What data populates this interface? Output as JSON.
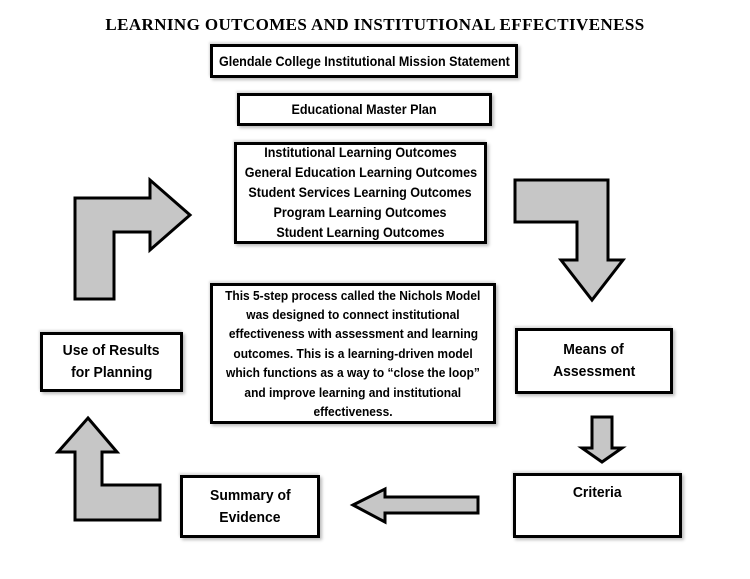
{
  "title": "LEARNING OUTCOMES AND INSTITUTIONAL EFFECTIVENESS",
  "boxes": {
    "mission": {
      "label": "Glendale College Institutional Mission Statement"
    },
    "master_plan": {
      "label": "Educational Master Plan"
    },
    "outcomes": {
      "lines": [
        "Institutional Learning Outcomes",
        "General Education Learning Outcomes",
        "Student Services Learning Outcomes",
        "Program Learning Outcomes",
        "Student Learning Outcomes"
      ]
    },
    "nichols": {
      "lines": [
        "This 5-step process called the Nichols Model",
        "was designed to connect institutional",
        "effectiveness with assessment and learning",
        "outcomes. This is a learning-driven model",
        "which functions as a way to “close the loop”",
        "and improve  learning and institutional",
        "effectiveness."
      ]
    },
    "use_of_results": {
      "lines": [
        "Use of Results",
        "for Planning"
      ]
    },
    "means_of_assessment": {
      "lines": [
        "Means of",
        "Assessment"
      ]
    },
    "criteria": {
      "label": "Criteria"
    },
    "summary_of_evidence": {
      "lines": [
        "Summary of",
        "Evidence"
      ]
    }
  },
  "arrows": [
    {
      "name": "arrow-use-to-outcomes",
      "direction": "right"
    },
    {
      "name": "arrow-outcomes-to-means",
      "direction": "down"
    },
    {
      "name": "arrow-means-to-criteria",
      "direction": "down"
    },
    {
      "name": "arrow-criteria-to-summary",
      "direction": "left"
    },
    {
      "name": "arrow-summary-to-use",
      "direction": "up"
    }
  ],
  "colors": {
    "background": "#ffffff",
    "box_fill": "#ffffff",
    "box_border": "#000000",
    "text": "#000000",
    "arrow_fill": "#c6c6c6",
    "arrow_stroke": "#000000"
  }
}
